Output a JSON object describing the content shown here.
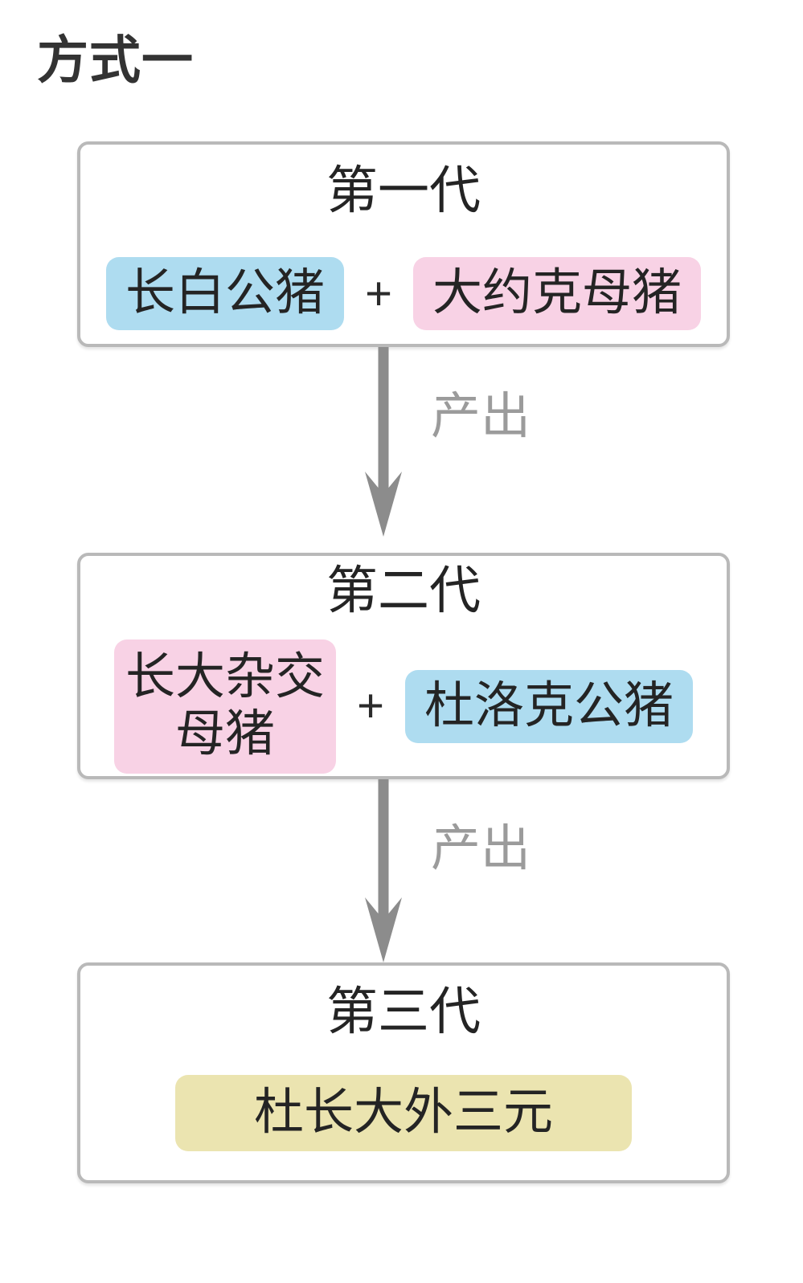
{
  "page": {
    "title": "方式一",
    "background": "#ffffff"
  },
  "colors": {
    "male_badge": "#aedcf0",
    "female_badge": "#f8d2e5",
    "result_badge": "#ebe4b0",
    "box_border": "#b9b9b9",
    "arrow": "#8c8c8c",
    "label": "#9b9b9b",
    "text": "#242424"
  },
  "generations": [
    {
      "title": "第一代",
      "operator": "+",
      "items": [
        {
          "label": "长白公猪",
          "type": "male"
        },
        {
          "label": "大约克母猪",
          "type": "female"
        }
      ]
    },
    {
      "title": "第二代",
      "operator": "+",
      "items": [
        {
          "label": "长大杂交\n母猪",
          "type": "female"
        },
        {
          "label": "杜洛克公猪",
          "type": "male"
        }
      ]
    },
    {
      "title": "第三代",
      "items": [
        {
          "label": "杜长大外三元",
          "type": "result"
        }
      ]
    }
  ],
  "arrows": [
    {
      "label": "产出"
    },
    {
      "label": "产出"
    }
  ]
}
